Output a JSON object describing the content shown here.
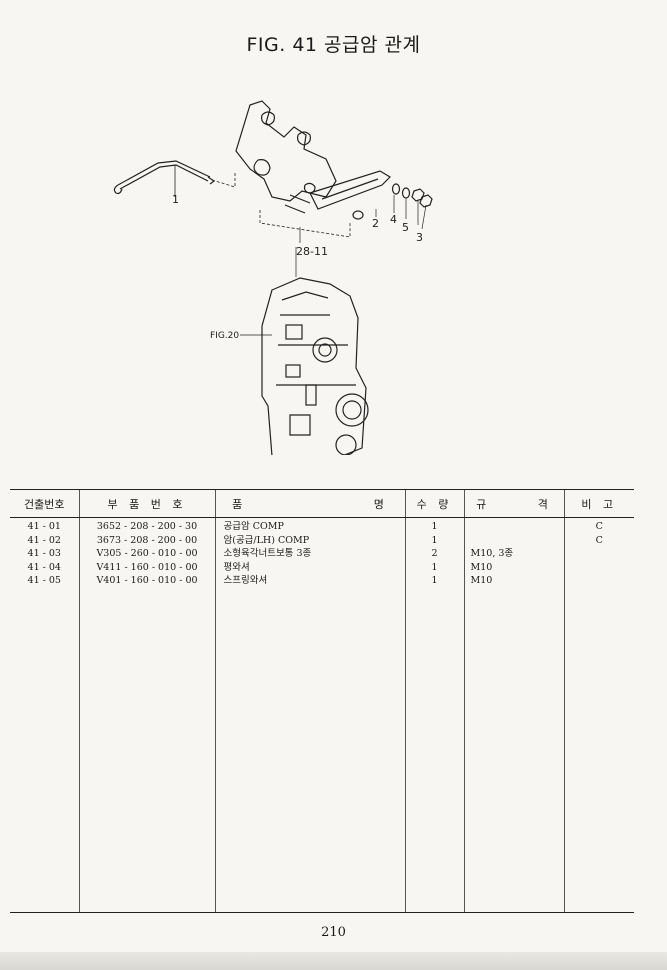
{
  "title": "FIG. 41 공급암 관계",
  "diagram": {
    "callouts": [
      "1",
      "2",
      "4",
      "5",
      "3",
      "28-11"
    ],
    "fig_reference": "FIG.20"
  },
  "table": {
    "headers": [
      "건출번호",
      "부 품 번 호",
      "품 명",
      "수 량",
      "규 격",
      "비 고"
    ],
    "rows": [
      {
        "ref": "41 - 01",
        "part_no": "3652 - 208 - 200 - 30",
        "name": "공급암 COMP",
        "qty": "1",
        "spec": "",
        "remark": "C"
      },
      {
        "ref": "41 - 02",
        "part_no": "3673 - 208 - 200 - 00",
        "name": "암(공급/LH) COMP",
        "qty": "1",
        "spec": "",
        "remark": "C"
      },
      {
        "ref": "41 - 03",
        "part_no": "V305 - 260 - 010 - 00",
        "name": "소형육각너트보통 3종",
        "qty": "2",
        "spec": "M10, 3종",
        "remark": ""
      },
      {
        "ref": "41 - 04",
        "part_no": "V411 - 160 - 010 - 00",
        "name": "평와셔",
        "qty": "1",
        "spec": "M10",
        "remark": ""
      },
      {
        "ref": "41 - 05",
        "part_no": "V401 - 160 - 010 - 00",
        "name": "스프링와셔",
        "qty": "1",
        "spec": "M10",
        "remark": ""
      }
    ]
  },
  "page_number": "210"
}
